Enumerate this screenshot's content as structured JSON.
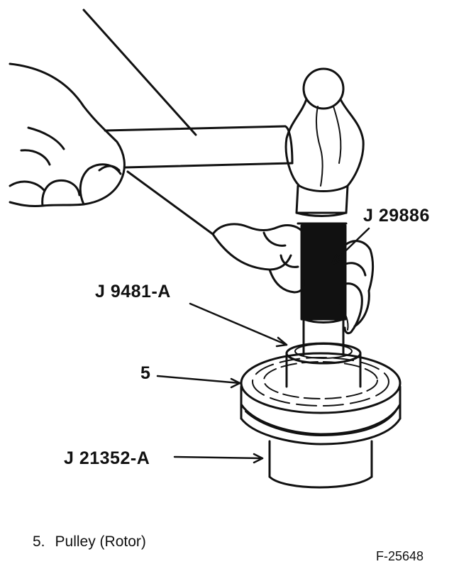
{
  "callouts": {
    "j29886": "J 29886",
    "j9481a": "J 9481-A",
    "item5": "5",
    "j21352a": "J 21352-A"
  },
  "legend": {
    "number": "5.",
    "text": "Pulley (Rotor)"
  },
  "figure_number": "F-25648"
}
